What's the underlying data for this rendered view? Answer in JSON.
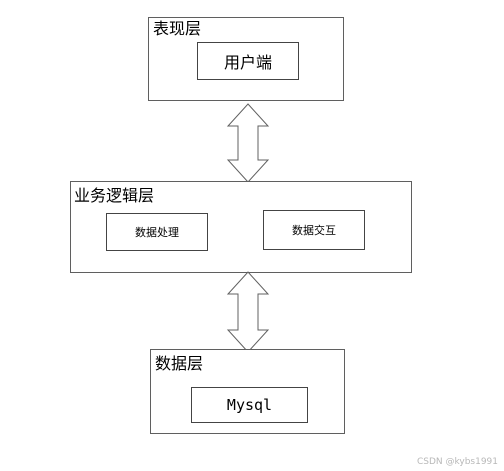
{
  "diagram": {
    "presentation_layer": {
      "title": "表现层",
      "client": "用户端"
    },
    "business_layer": {
      "title": "业务逻辑层",
      "data_processing": "数据处理",
      "data_interaction": "数据交互"
    },
    "data_layer": {
      "title": "数据层",
      "database": "Mysql"
    }
  },
  "watermark": "CSDN @kybs1991",
  "colors": {
    "border": "#5f5f5f",
    "arrow_fill": "#ffffff",
    "arrow_stroke": "#606060",
    "watermark": "#b8b8b8"
  }
}
